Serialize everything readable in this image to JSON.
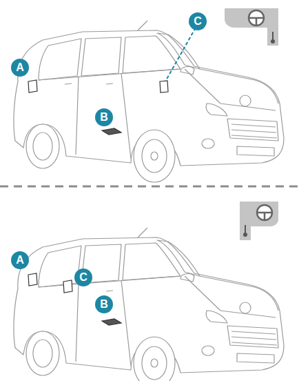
{
  "diagram": {
    "labels": [
      "C",
      "A",
      "B",
      "A",
      "C",
      "B"
    ]
  }
}
